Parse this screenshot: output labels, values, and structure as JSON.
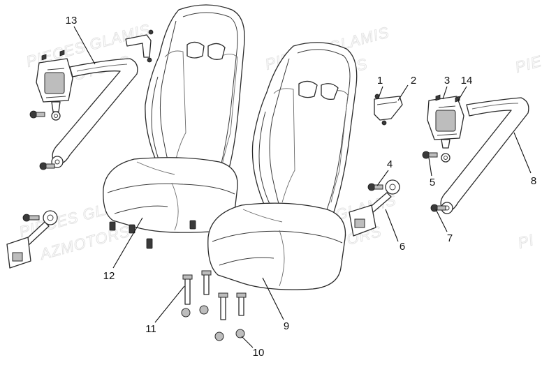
{
  "watermark": {
    "line1": "PIECES GLAMIS",
    "line2": "AZMOTORS",
    "edge_left": "PIE",
    "edge_right": "PI"
  },
  "callouts": [
    {
      "id": "callout-1",
      "label": "1"
    },
    {
      "id": "callout-2",
      "label": "2"
    },
    {
      "id": "callout-3",
      "label": "3"
    },
    {
      "id": "callout-4",
      "label": "4"
    },
    {
      "id": "callout-5",
      "label": "5"
    },
    {
      "id": "callout-6",
      "label": "6"
    },
    {
      "id": "callout-7",
      "label": "7"
    },
    {
      "id": "callout-8",
      "label": "8"
    },
    {
      "id": "callout-9",
      "label": "9"
    },
    {
      "id": "callout-10",
      "label": "10"
    },
    {
      "id": "callout-11",
      "label": "11"
    },
    {
      "id": "callout-12",
      "label": "12"
    },
    {
      "id": "callout-13",
      "label": "13"
    },
    {
      "id": "callout-14",
      "label": "14"
    }
  ],
  "colors": {
    "line": "#2a2a2a",
    "shade": "#bdbdbd",
    "watermark": "#e4e4e4",
    "background": "#ffffff"
  }
}
